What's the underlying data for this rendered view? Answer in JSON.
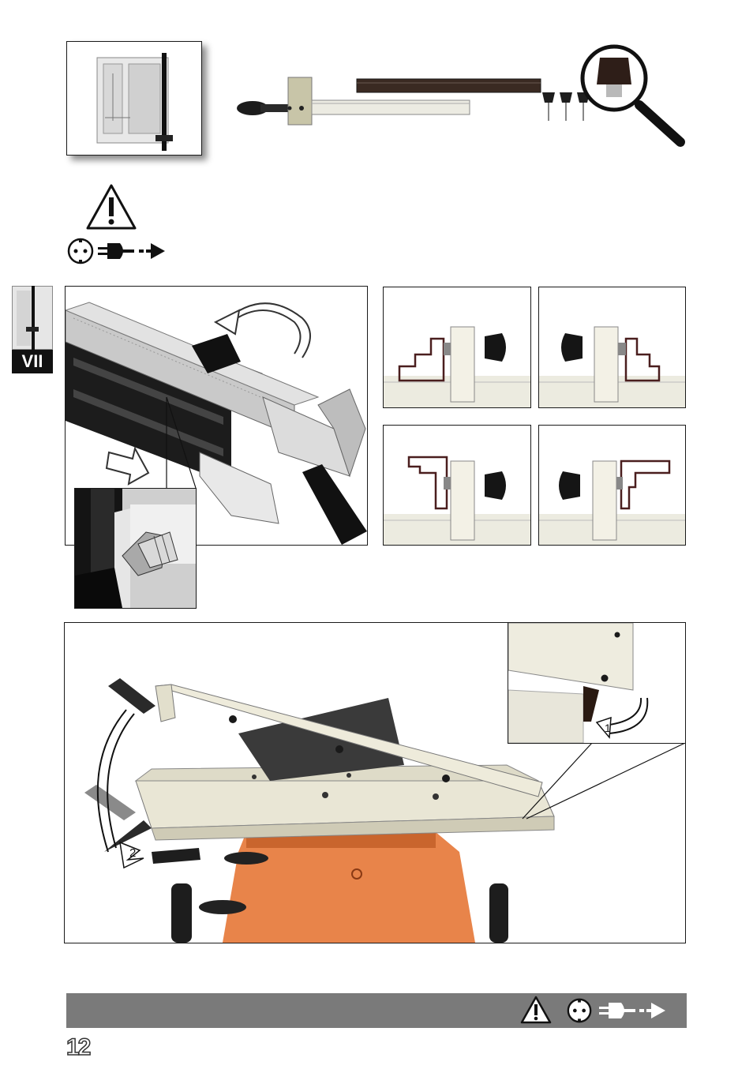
{
  "section": {
    "label": "VII"
  },
  "page": {
    "number": "12"
  },
  "figures": {
    "callout_numbers": {
      "one": "1",
      "two": "2"
    }
  },
  "icons": {
    "top": [
      "warning-icon",
      "socket-icon",
      "plug-icon",
      "arrow-right-icon"
    ],
    "bottom": [
      "warning-icon",
      "socket-icon",
      "plug-icon",
      "arrow-right-icon"
    ]
  },
  "colors": {
    "bar": "#7a7a7a",
    "saw_body": "#e8844a",
    "fence": "#ece9dc"
  }
}
